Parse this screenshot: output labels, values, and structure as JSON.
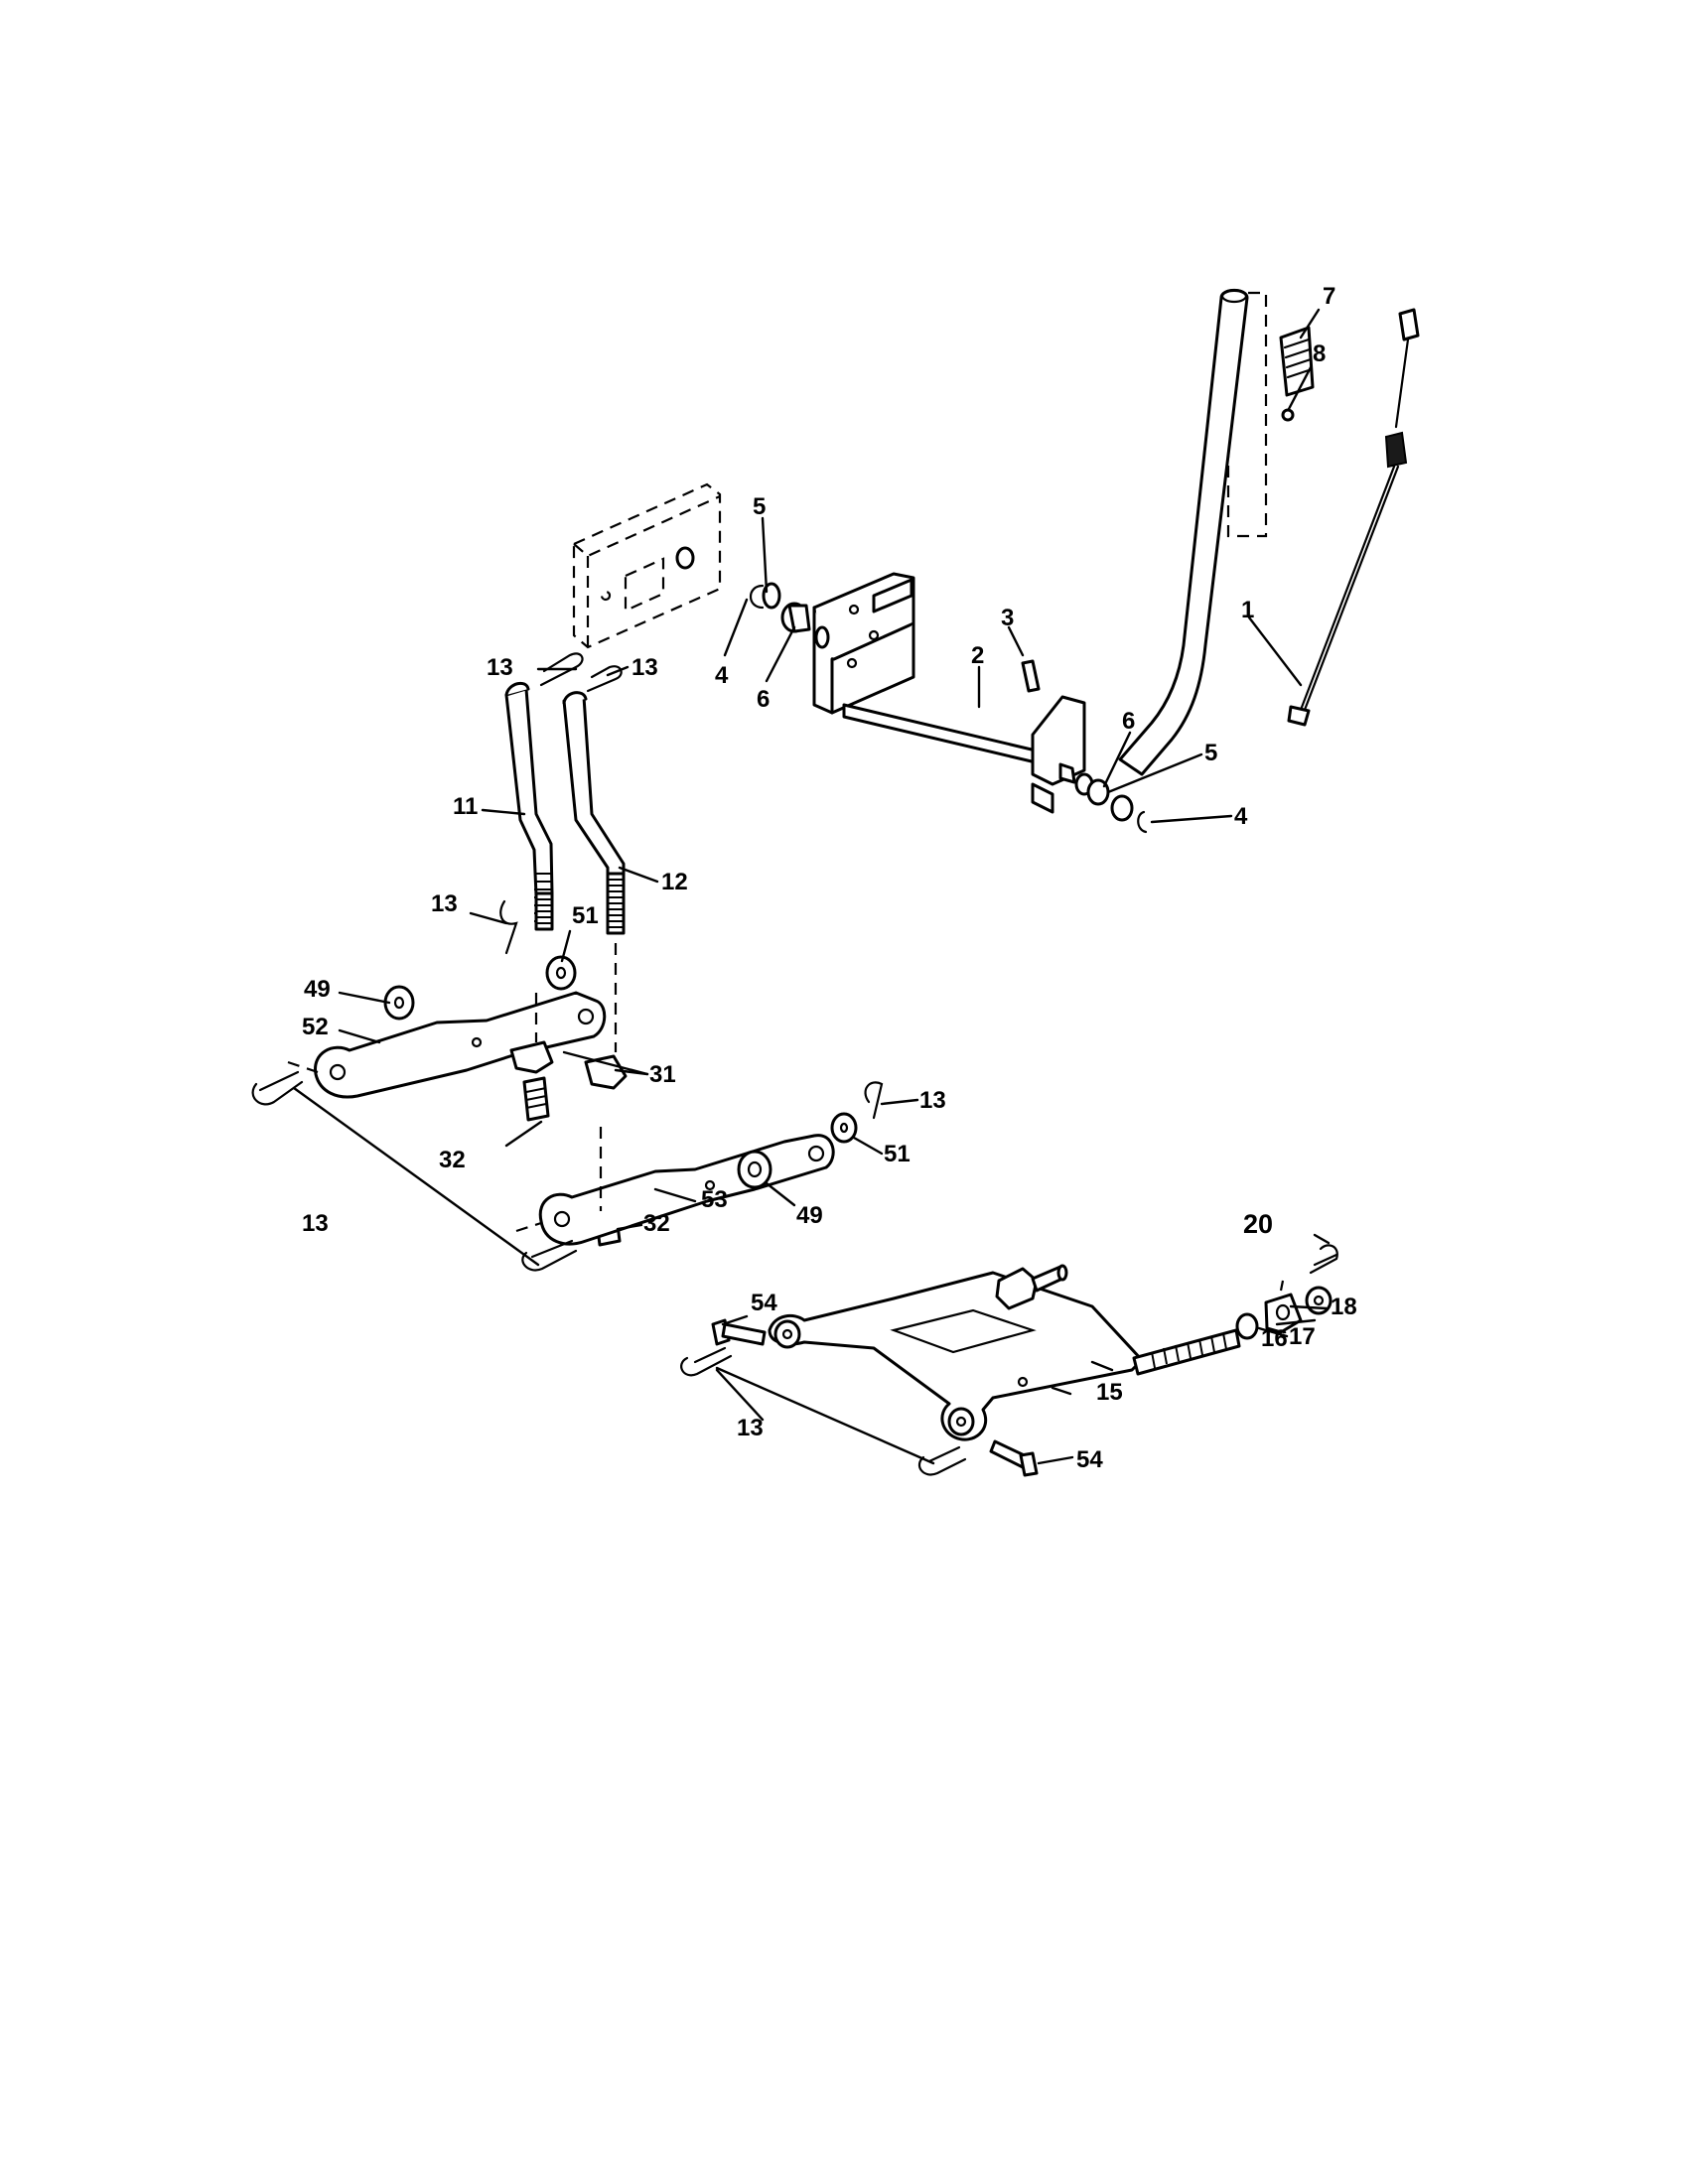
{
  "callouts": [
    {
      "id": "c1",
      "label": "1"
    },
    {
      "id": "c2",
      "label": "2"
    },
    {
      "id": "c3",
      "label": "3"
    },
    {
      "id": "c4a",
      "label": "4"
    },
    {
      "id": "c4b",
      "label": "4"
    },
    {
      "id": "c5a",
      "label": "5"
    },
    {
      "id": "c5b",
      "label": "5"
    },
    {
      "id": "c6a",
      "label": "6"
    },
    {
      "id": "c6b",
      "label": "6"
    },
    {
      "id": "c7",
      "label": "7"
    },
    {
      "id": "c8",
      "label": "8"
    },
    {
      "id": "c11",
      "label": "11"
    },
    {
      "id": "c12",
      "label": "12"
    },
    {
      "id": "c13a",
      "label": "13"
    },
    {
      "id": "c13b",
      "label": "13"
    },
    {
      "id": "c13c",
      "label": "13"
    },
    {
      "id": "c13d",
      "label": "13"
    },
    {
      "id": "c13e",
      "label": "13"
    },
    {
      "id": "c13f",
      "label": "13"
    },
    {
      "id": "c15",
      "label": "15"
    },
    {
      "id": "c16",
      "label": "16"
    },
    {
      "id": "c17",
      "label": "17"
    },
    {
      "id": "c18",
      "label": "18"
    },
    {
      "id": "c20",
      "label": "20"
    },
    {
      "id": "c31",
      "label": "31"
    },
    {
      "id": "c32a",
      "label": "32"
    },
    {
      "id": "c32b",
      "label": "32"
    },
    {
      "id": "c49a",
      "label": "49"
    },
    {
      "id": "c49b",
      "label": "49"
    },
    {
      "id": "c51a",
      "label": "51"
    },
    {
      "id": "c51b",
      "label": "51"
    },
    {
      "id": "c52",
      "label": "52"
    },
    {
      "id": "c53",
      "label": "53"
    },
    {
      "id": "c54a",
      "label": "54"
    },
    {
      "id": "c54b",
      "label": "54"
    }
  ]
}
